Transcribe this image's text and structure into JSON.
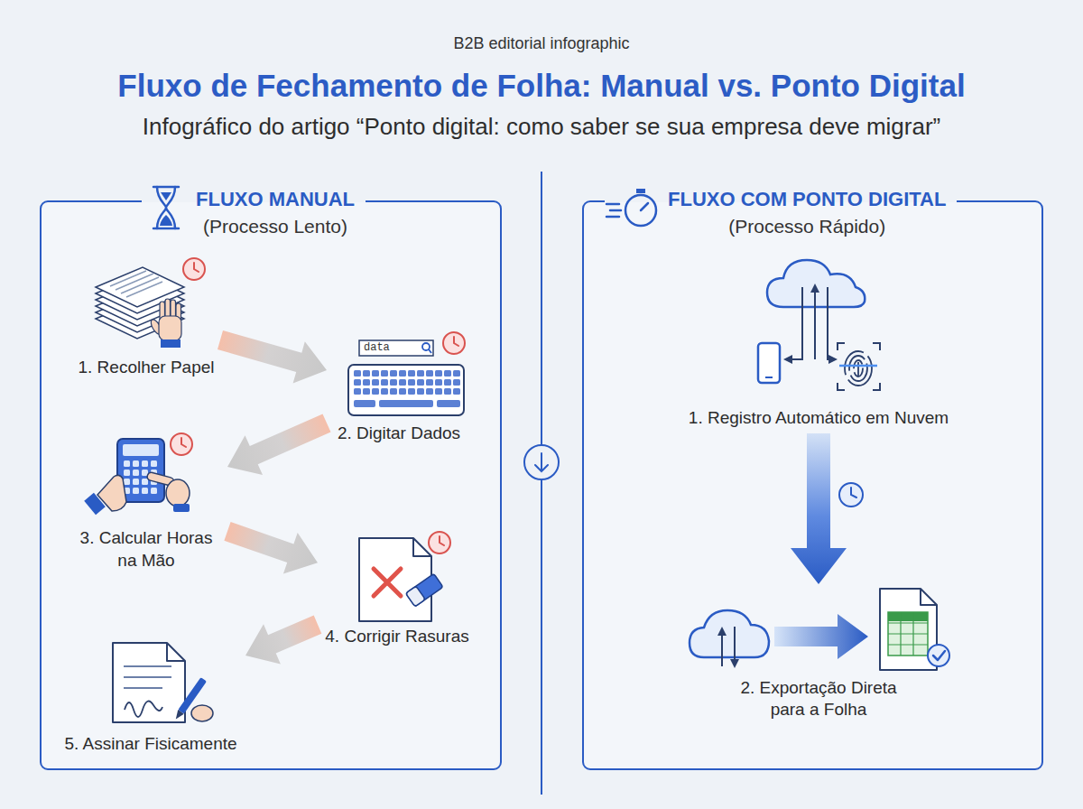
{
  "diagram": {
    "title": "Fluxo de Fechamento de Folha: Manual vs. Ponto Digital",
    "caption": "Infográfico do artigo “Ponto digital: como saber se sua empresa deve migrar”",
    "nodes": [
      {
        "text": [
          "FLUXO MANUAL",
          "(Processo Lento)"
        ]
      },
      {
        "text": [
          "1. Recolher Papel"
        ],
        "in": 0
      },
      {
        "text": [
          "2. Digitar Dados"
        ],
        "in": 0
      },
      {
        "text": [
          "3. Calcular Horas na Mão"
        ],
        "in": 0
      },
      {
        "text": [
          "4. Corrigir Rasuras"
        ],
        "in": 0
      },
      {
        "text": [
          "5. Assinar Fisicamente"
        ],
        "in": 0
      },
      {
        "text": [
          "FLUXO COM PONTO DIGITAL",
          "(Processo Rápido)"
        ]
      },
      {
        "text": [
          "1. Registro Automático em Nuvem"
        ],
        "in": 6
      },
      {
        "text": [
          "2. Exportação Direta para a Folha"
        ],
        "in": 6
      }
    ],
    "edges": [
      {
        "from": 1,
        "to": 2,
        "arrow": "to"
      },
      {
        "from": 2,
        "to": 3,
        "arrow": "to"
      },
      {
        "from": 3,
        "to": 4,
        "arrow": "to"
      },
      {
        "from": 4,
        "to": 5,
        "arrow": "to"
      },
      {
        "from": 7,
        "to": 8,
        "arrow": "to"
      }
    ],
    "labels": [
      "B2B editorial infographic",
      "data"
    ]
  }
}
